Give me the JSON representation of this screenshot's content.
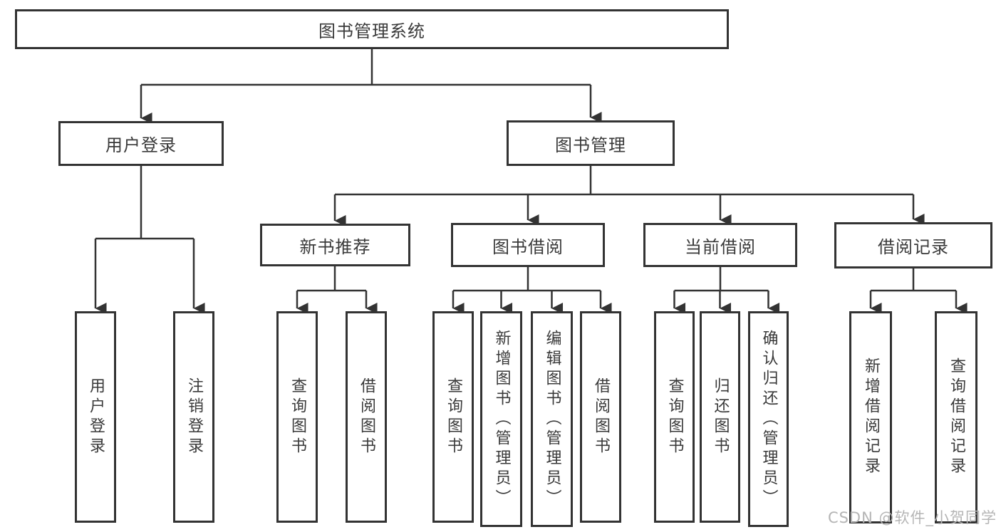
{
  "diagram": {
    "title": "图书管理系统",
    "nodes": {
      "root": "图书管理系统",
      "level1": [
        "用户登录",
        "图书管理"
      ],
      "level2": [
        "新书推荐",
        "图书借阅",
        "当前借阅",
        "借阅记录"
      ],
      "leaves": [
        "用户登录",
        "注销登录",
        "查询图书",
        "借阅图书",
        "查询图书",
        "新增图书（管理员）",
        "编辑图书（管理员）",
        "借阅图书",
        "查询图书",
        "归还图书",
        "确认归还（管理员）",
        "新增借阅记录",
        "查询借阅记录"
      ]
    },
    "colors": {
      "line": "#333333",
      "text": "#3a3a3a",
      "box_background": "#ffffff",
      "watermark": "#b5b5b5"
    }
  },
  "watermark": "CSDN @软件_小贺同学"
}
